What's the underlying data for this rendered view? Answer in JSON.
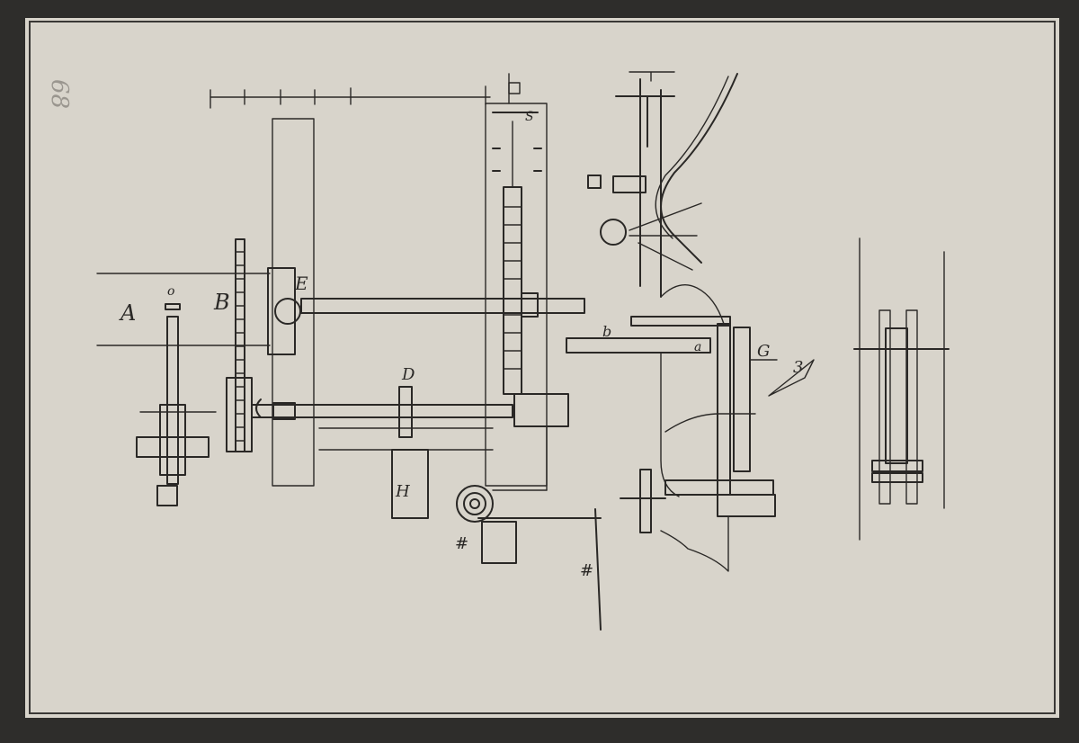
{
  "page_number": "68",
  "labels": {
    "A": "A",
    "o": "o",
    "B": "B",
    "E": "E",
    "D": "D",
    "H": "H",
    "hash1": "#",
    "hash2": "#",
    "b": "b",
    "a": "a",
    "g": "G",
    "z": "3",
    "s": "S"
  },
  "colors": {
    "paper": "#d8d4cb",
    "ink": "#2a2826",
    "frame": "#2e2d2b"
  }
}
